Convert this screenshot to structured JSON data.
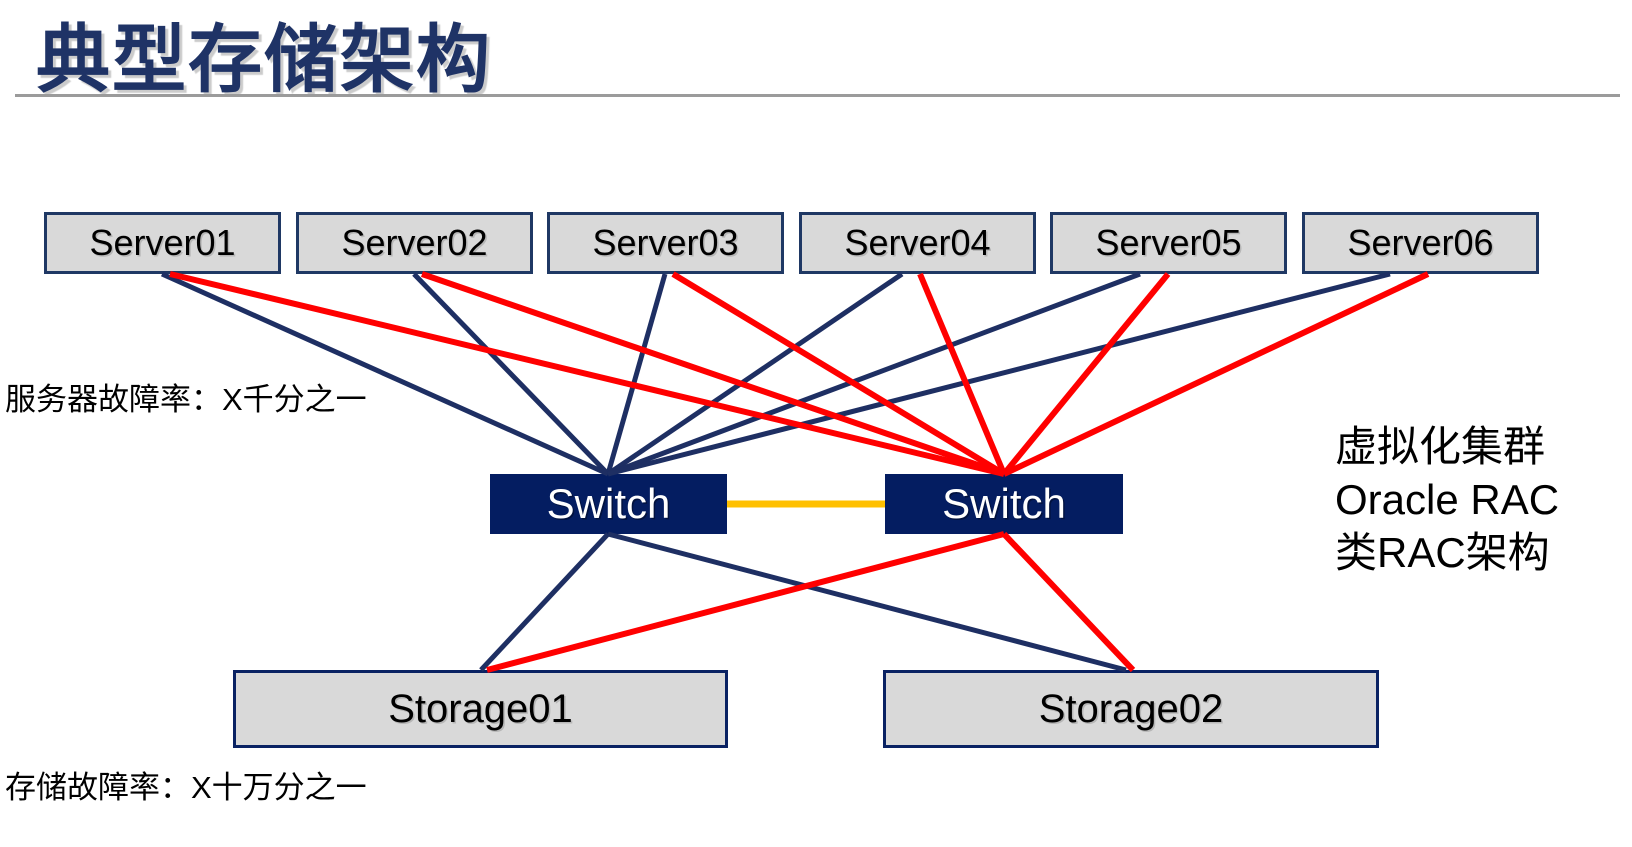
{
  "title": "典型存储架构",
  "nodes": {
    "servers": [
      {
        "label": "Server01"
      },
      {
        "label": "Server02"
      },
      {
        "label": "Server03"
      },
      {
        "label": "Server04"
      },
      {
        "label": "Server05"
      },
      {
        "label": "Server06"
      }
    ],
    "switches": [
      {
        "label": "Switch"
      },
      {
        "label": "Switch"
      }
    ],
    "storages": [
      {
        "label": "Storage01"
      },
      {
        "label": "Storage02"
      }
    ]
  },
  "annotations": {
    "server_failure_rate": "服务器故障率：X千分之一",
    "storage_failure_rate": "存储故障率：X十万分之一",
    "cluster_note_lines": {
      "0": "虚拟化集群",
      "1": "Oracle RAC",
      "2": "类RAC架构"
    }
  },
  "colors": {
    "title_text": "#1F3366",
    "divider": "#9B9B9B",
    "node_fill": "#D9D9D9",
    "node_border": "#1F3864",
    "switch_fill": "#041D61",
    "switch_text": "#FFFFFF",
    "navy_line": "#1E2F63",
    "red_line": "#FF0000",
    "interswitch_link": "#FFC000",
    "annotation_text": "#000000"
  }
}
